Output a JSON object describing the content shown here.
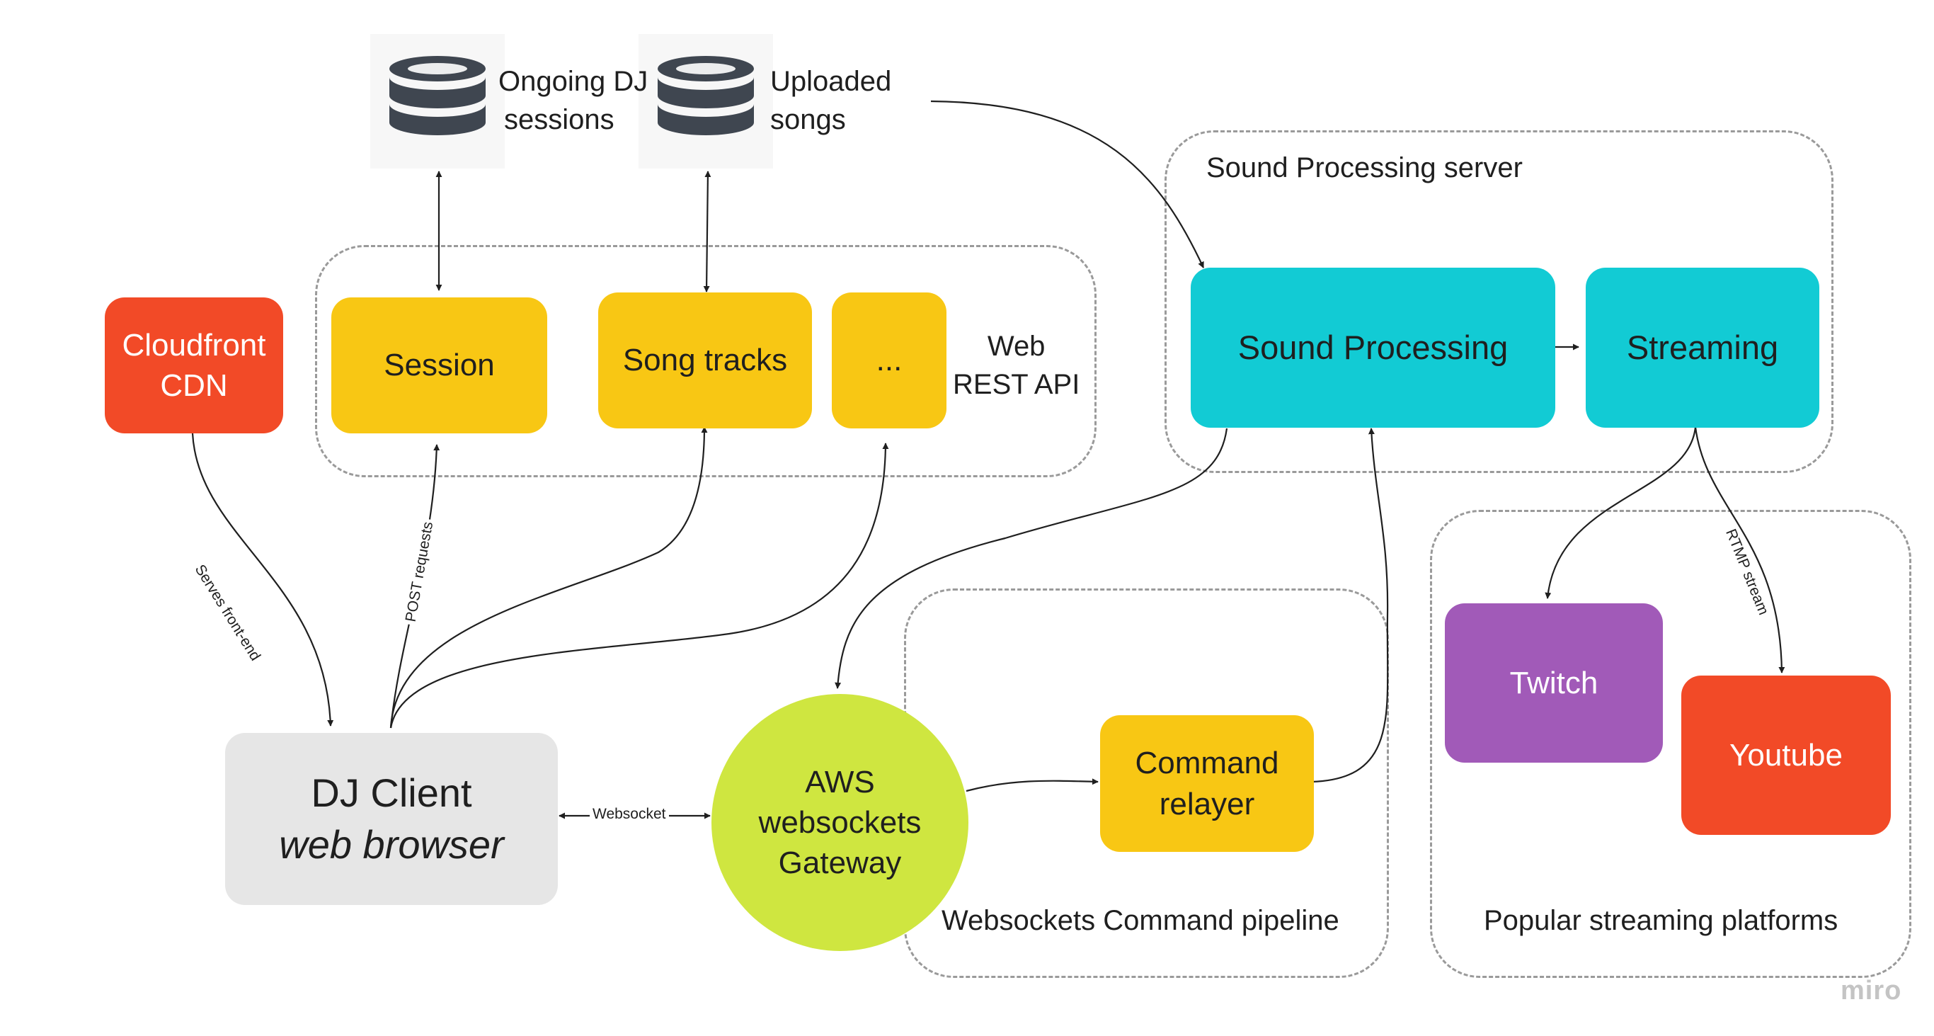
{
  "databases": {
    "ongoing_sessions": [
      "Ongoing DJ",
      "sessions"
    ],
    "uploaded_songs": [
      "Uploaded",
      "songs"
    ]
  },
  "groups": {
    "web_rest_api": [
      "Web",
      "REST API"
    ],
    "sound_processing_server": "Sound Processing server",
    "command_pipeline": "Websockets Command pipeline",
    "streaming_platforms": "Popular streaming platforms"
  },
  "nodes": {
    "cloudfront": [
      "Cloudfront",
      "CDN"
    ],
    "session": "Session",
    "song_tracks": "Song tracks",
    "more": "...",
    "sound_processing": "Sound Processing",
    "streaming": "Streaming",
    "twitch": "Twitch",
    "youtube": "Youtube",
    "dj_client": [
      "DJ Client",
      "web browser"
    ],
    "aws_gateway": [
      "AWS",
      "websockets",
      "Gateway"
    ],
    "command_relayer": [
      "Command",
      "relayer"
    ]
  },
  "edge_labels": {
    "serves_frontend": "Serves front-end",
    "post_requests": "POST requests",
    "websocket": "Websocket",
    "rtmp_stream": "RTMP stream"
  },
  "watermark": "miro",
  "colors": {
    "yellow": "#f8c714",
    "cyan": "#12cbd4",
    "red": "#f24a27",
    "purple": "#a15ab8",
    "green": "#cfe640",
    "gray": "#e6e6e6",
    "database": "#3f4650"
  }
}
